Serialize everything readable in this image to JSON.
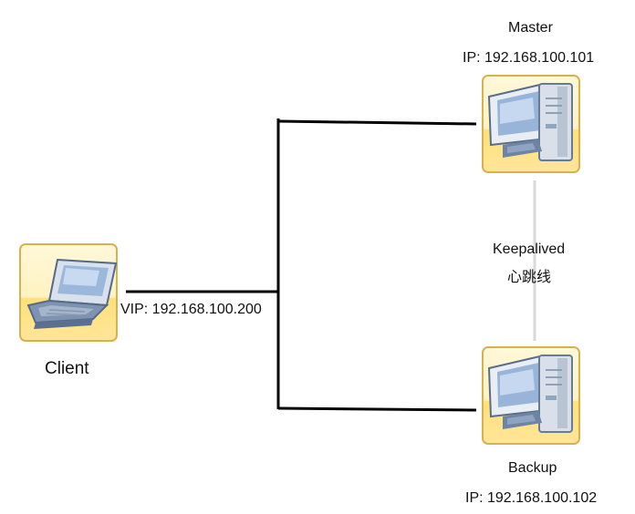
{
  "nodes": {
    "master": {
      "label": "Master",
      "ip": "IP: 192.168.100.101",
      "icon": "desktop-computer-icon"
    },
    "backup": {
      "label": "Backup",
      "ip": "IP: 192.168.100.102",
      "icon": "desktop-computer-icon"
    },
    "client": {
      "label": "Client",
      "icon": "laptop-icon"
    }
  },
  "links": {
    "vip": "VIP: 192.168.100.200",
    "heartbeat_line1": "Keepalived",
    "heartbeat_line2": "心跳线"
  },
  "colors": {
    "line": "#000000",
    "heartbeat_line": "#d9d9d9",
    "icon_frame": "#d8b14f",
    "icon_bg": "#fff4bf"
  }
}
